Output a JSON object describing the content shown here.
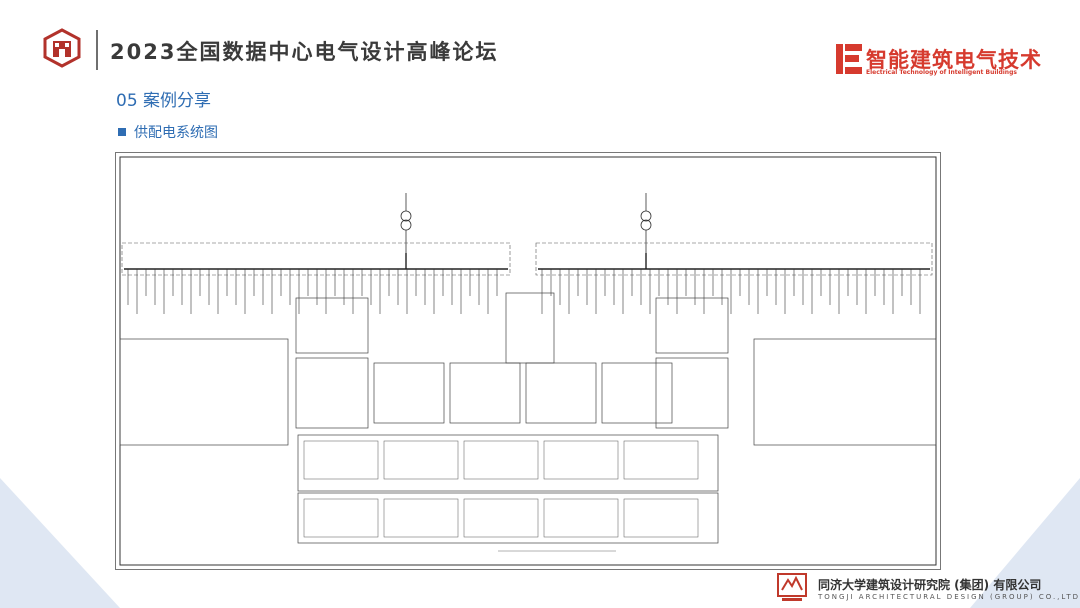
{
  "header": {
    "conference_title": "2023全国数据中心电气设计高峰论坛",
    "brand_name": "智能建筑电气技术",
    "brand_subtitle": "Electrical Technology of Intelligent Buildings"
  },
  "section": {
    "title": "05 案例分享",
    "subtitle": "供配电系统图"
  },
  "footer": {
    "company_cn": "同济大学建筑设计研究院 (集团) 有限公司",
    "company_en": "TONGJI ARCHITECTURAL DESIGN (GROUP) CO.,LTD."
  },
  "colors": {
    "accent_blue": "#2f6db3",
    "brand_red": "#d63a2e",
    "corner_light_blue": "#dfe7f3"
  },
  "icons": {
    "left_logo": "tongji-castle-logo-icon",
    "brand_logo": "ibe-logo-icon",
    "footer_logo": "tjad-seal-icon"
  }
}
